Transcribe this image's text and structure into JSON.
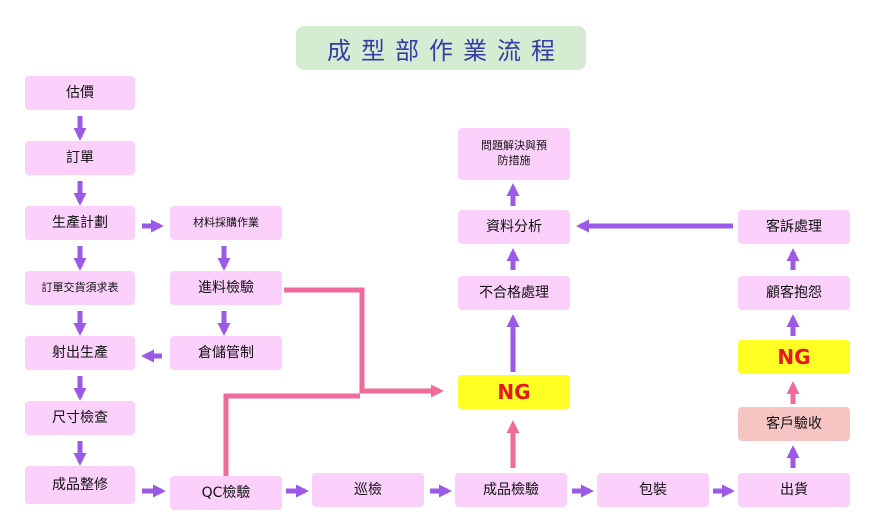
{
  "title": "成型部作業流程",
  "nodes": {
    "estimate": "估價",
    "order": "訂單",
    "production_plan": "生產計劃",
    "order_delivery_form": "訂單交貨須求表",
    "injection_production": "射出生產",
    "dimension_check": "尺寸檢查",
    "finished_trimming": "成品整修",
    "material_purchase": "材料採購作業",
    "incoming_inspection": "進料檢驗",
    "warehouse_control": "倉儲管制",
    "qc_inspection": "QC檢驗",
    "patrol_inspection": "巡檢",
    "finished_inspection": "成品檢驗",
    "packaging": "包裝",
    "shipping": "出貨",
    "ng_center": "NG",
    "nonconforming_handling": "不合格處理",
    "data_analysis": "資料分析",
    "problem_solving": "問題解決與預防措施",
    "customer_acceptance": "客戶驗收",
    "ng_right": "NG",
    "customer_complaint": "顧客抱怨",
    "complaint_handling": "客訴處理"
  },
  "colors": {
    "box": "#fbd0fb",
    "ng_box": "#ffff24",
    "ng_text": "#e8171c",
    "salmon_box": "#f7c4c4",
    "title_bg": "#d6ecd2",
    "title_text": "#3a3aa6",
    "purple_arrow": "#9b59e8",
    "pink_arrow": "#f06a9a"
  }
}
